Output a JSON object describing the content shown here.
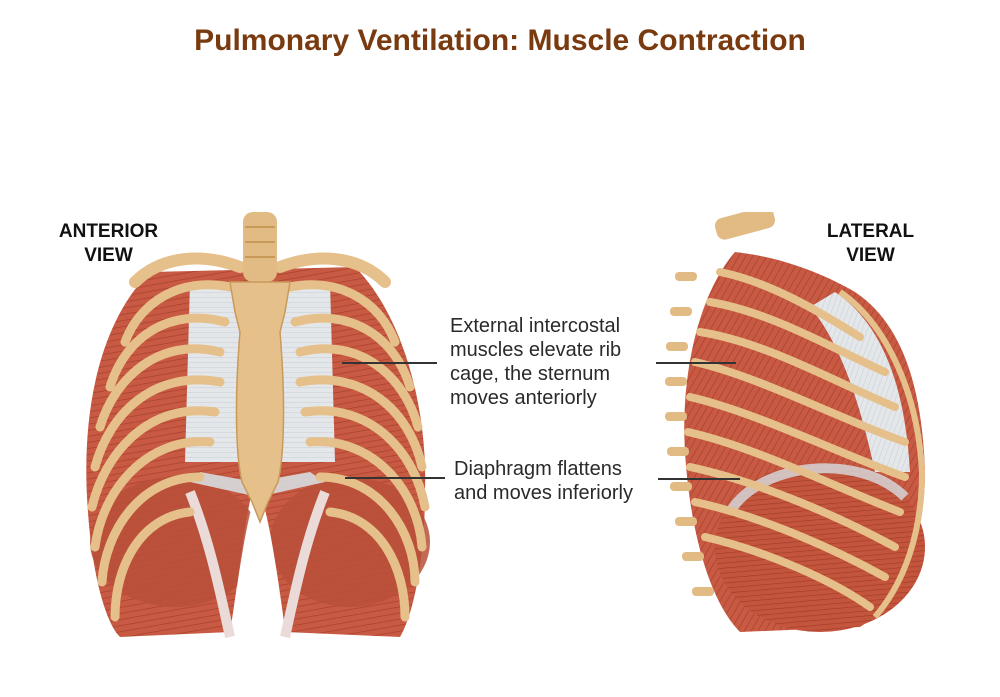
{
  "title": "Pulmonary Ventilation: Muscle Contraction",
  "colors": {
    "title": "#7a3a10",
    "bone": "#e8c48e",
    "bone_shadow": "#c9995a",
    "muscle": "#c85a43",
    "muscle_dark": "#a8412e",
    "cartilage": "#d9dde0",
    "membrane": "#eaecef",
    "label_text": "#2a2a2a"
  },
  "views": {
    "anterior": {
      "label_line1": "ANTERIOR",
      "label_line2": "VIEW"
    },
    "lateral": {
      "label_line1": "LATERAL",
      "label_line2": "VIEW"
    }
  },
  "callouts": [
    {
      "id": "external-intercostals",
      "lines": [
        "External intercostal",
        "muscles elevate rib",
        "cage, the sternum",
        "moves anteriorly"
      ]
    },
    {
      "id": "diaphragm",
      "lines": [
        "Diaphragm flattens",
        "and moves inferiorly"
      ]
    }
  ]
}
